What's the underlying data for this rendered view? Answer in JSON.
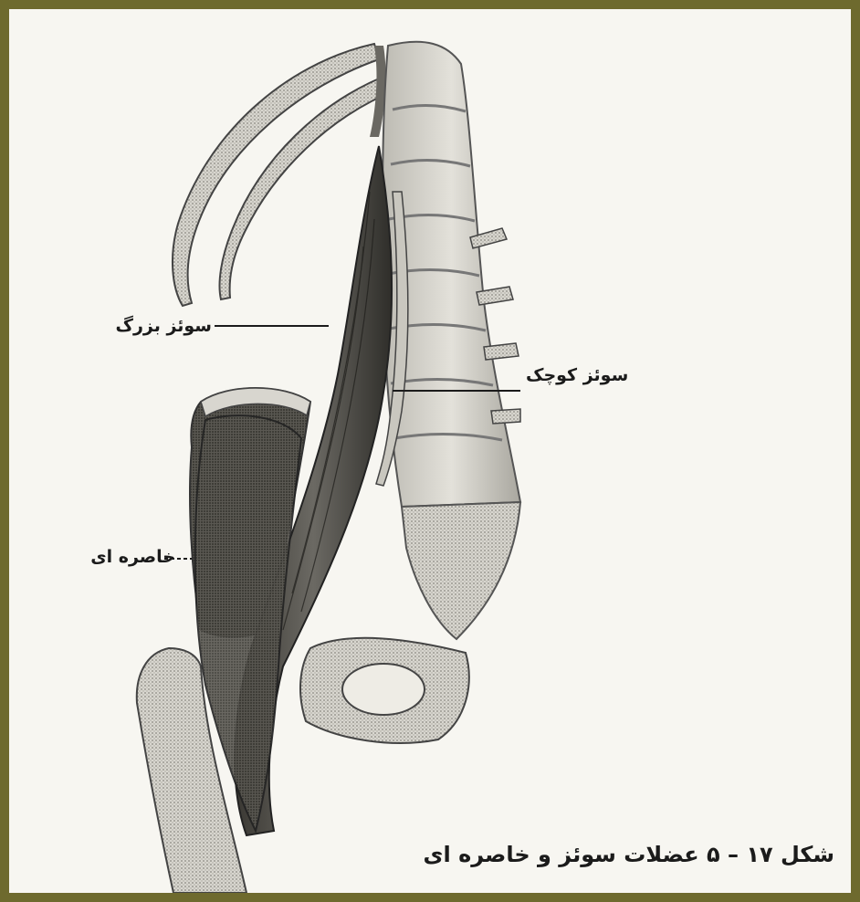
{
  "labels": {
    "psoas_major": "سوئز بزرگ",
    "psoas_minor": "سوئز کوچک",
    "iliacus": "خاصره ای"
  },
  "caption": "شکل ۱۷ – ۵ عضلات سوئز و خاصره ای",
  "colors": {
    "frame_border": "#6e6a2e",
    "paper": "#f7f6f1",
    "ink": "#1b1b1b"
  }
}
